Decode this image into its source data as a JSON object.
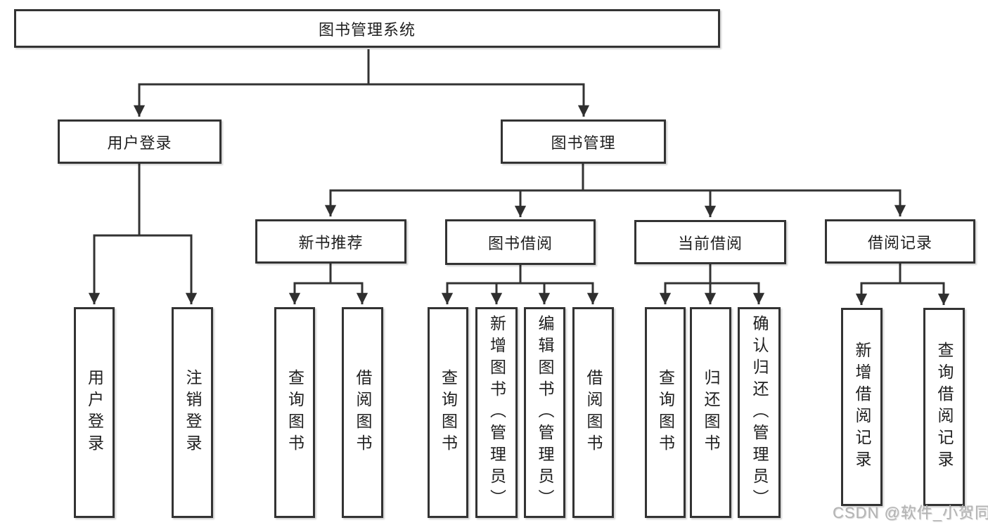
{
  "diagram": {
    "root": {
      "label": "图书管理系统"
    },
    "branches": [
      {
        "label": "用户登录",
        "children": [
          {
            "label": "用户登录"
          },
          {
            "label": "注销登录"
          }
        ]
      },
      {
        "label": "图书管理",
        "children": [
          {
            "label": "新书推荐",
            "children": [
              {
                "label": "查询图书"
              },
              {
                "label": "借阅图书"
              }
            ]
          },
          {
            "label": "图书借阅",
            "children": [
              {
                "label": "查询图书"
              },
              {
                "label": "新增图书（管理员）"
              },
              {
                "label": "编辑图书（管理员）"
              },
              {
                "label": "借阅图书"
              }
            ]
          },
          {
            "label": "当前借阅",
            "children": [
              {
                "label": "查询图书"
              },
              {
                "label": "归还图书"
              },
              {
                "label": "确认归还（管理员）"
              }
            ]
          },
          {
            "label": "借阅记录",
            "children": [
              {
                "label": "新增借阅记录"
              },
              {
                "label": "查询借阅记录"
              }
            ]
          }
        ]
      }
    ],
    "colors": {
      "line": "#333333",
      "box_border": "#333333",
      "box_fill": "#ffffff",
      "text": "#1f1f1f",
      "watermark": "#b3b3b3"
    }
  },
  "watermark": {
    "text": "CSDN @软件_小贺同学"
  }
}
